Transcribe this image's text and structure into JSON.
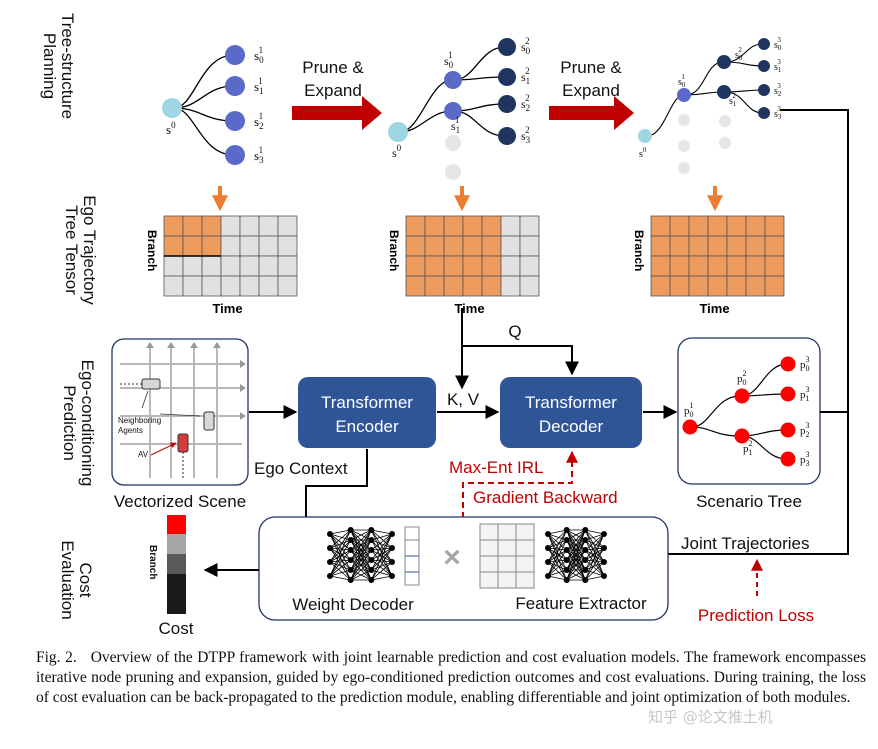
{
  "row_labels": {
    "planning": [
      "Tree-structure",
      "Planning"
    ],
    "tensor": [
      "Ego Trajectory",
      "Tree Tensor"
    ],
    "prediction": [
      "Ego-conditioning",
      "Prediction"
    ],
    "cost": [
      "Cost",
      "Evaluation"
    ]
  },
  "planning": {
    "prune_expand": [
      "Prune &",
      "Expand"
    ],
    "stage1": {
      "root": "s",
      "root_sup": "0",
      "nodes": [
        "0",
        "1",
        "2",
        "3"
      ],
      "node_sup": "1"
    },
    "stage2": {
      "root": "s",
      "root_sup": "0",
      "mid": [
        {
          "sub": "0",
          "sup": "1"
        },
        {
          "sub": "1",
          "sup": "1"
        }
      ],
      "leaves": [
        "0",
        "1",
        "2",
        "3"
      ],
      "leaf_sup": "2"
    },
    "stage3": {
      "root": "s",
      "root_sup": "0",
      "mid": [
        {
          "sub": "0",
          "sup": "1"
        }
      ],
      "mid2": [
        {
          "sub": "0",
          "sup": "2"
        },
        {
          "sub": "1",
          "sup": "2"
        }
      ],
      "leaves": [
        "0",
        "1",
        "2",
        "3"
      ],
      "leaf_sup": "3"
    }
  },
  "tensor": {
    "ylabel": "Branch",
    "xlabel": "Time",
    "rows": 4,
    "cols": 7,
    "filled": [
      [
        2,
        3
      ],
      [
        4,
        5
      ],
      [
        4,
        7
      ]
    ]
  },
  "prediction": {
    "scene_label": "Vectorized Scene",
    "neighbor_label": [
      "Neighboring",
      "Agents"
    ],
    "av_label": "AV",
    "encoder": [
      "Transformer",
      "Encoder"
    ],
    "decoder": [
      "Transformer",
      "Decoder"
    ],
    "q_label": "Q",
    "kv_label": "K, V",
    "ego_context": "Ego Context",
    "maxent": "Max-Ent IRL",
    "grad_backward": "Gradient Backward",
    "scenario_label": "Scenario Tree",
    "tree": {
      "p1": {
        "sub": "0",
        "sup": "1"
      },
      "p2": [
        {
          "sub": "0",
          "sup": "2"
        },
        {
          "sub": "1",
          "sup": "2"
        }
      ],
      "p3": [
        {
          "sub": "0",
          "sup": "3"
        },
        {
          "sub": "1",
          "sup": "3"
        },
        {
          "sub": "2",
          "sup": "3"
        },
        {
          "sub": "3",
          "sup": "3"
        }
      ]
    }
  },
  "cost": {
    "branch": "Branch",
    "cost": "Cost",
    "weight_decoder": "Weight Decoder",
    "feature_extractor": "Feature Extractor",
    "joint_traj": "Joint Trajectories",
    "pred_loss": "Prediction Loss",
    "times": "×"
  },
  "colors": {
    "node_blue": "#5b6ac9",
    "node_dark": "#1f3560",
    "root": "#9fd6e3",
    "faded": "#dcdcdc",
    "red_arrow": "#c00000",
    "orange": "#ee9b5e",
    "grid_gray": "#e1e1e1",
    "box_blue": "#2f5597",
    "red_node": "#ff0000",
    "dashed_red": "#c00000"
  },
  "caption": {
    "label": "Fig. 2.",
    "text": "Overview of the DTPP framework with joint learnable prediction and cost evaluation models. The framework encompasses iterative node pruning and expansion, guided by ego-conditioned prediction outcomes and cost evaluations. During training, the loss of cost evaluation can be back-propagated to the prediction module, enabling differentiable and joint optimization of both modules."
  },
  "watermark": "知乎 @论文推土机"
}
